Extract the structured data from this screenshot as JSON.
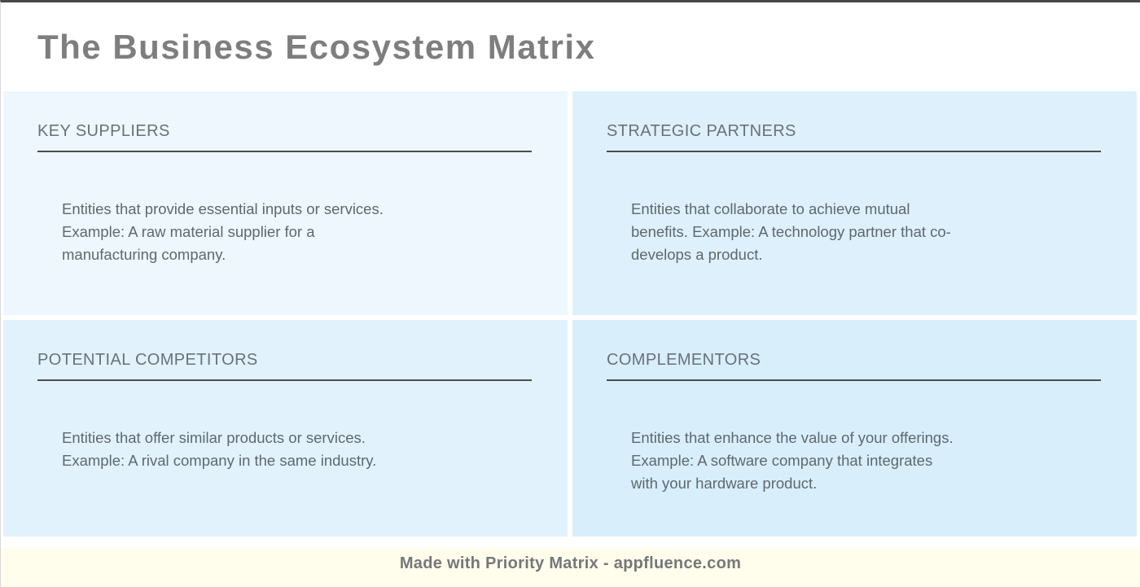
{
  "page": {
    "title": "The Business Ecosystem Matrix",
    "footer_text": "Made with Priority Matrix - appfluence.com"
  },
  "colors": {
    "title_text": "#7e7e7e",
    "quadrant_heading_text": "#6a7177",
    "quadrant_body_text": "#5f686f",
    "heading_underline": "#4d4d4d",
    "footer_background": "#fffdeb",
    "footer_text": "#75787a",
    "top_border": "#474747",
    "gap_background": "#ffffff"
  },
  "quadrants": [
    {
      "title": "KEY SUPPLIERS",
      "body": "Entities that provide essential inputs or services.\nExample: A raw material supplier for a\nmanufacturing company.",
      "bg": "#eef7fd"
    },
    {
      "title": "STRATEGIC PARTNERS",
      "body": "Entities that collaborate to achieve mutual\nbenefits. Example: A technology partner that co-\ndevelops a product.",
      "bg": "#def0fc"
    },
    {
      "title": "POTENTIAL COMPETITORS",
      "body": "Entities that offer similar products or services.\nExample: A rival company in the same industry.",
      "bg": "#e2f2fd"
    },
    {
      "title": "COMPLEMENTORS",
      "body": "Entities that enhance the value of your offerings.\nExample: A software company that integrates\nwith your hardware product.",
      "bg": "#d8eefb"
    }
  ]
}
